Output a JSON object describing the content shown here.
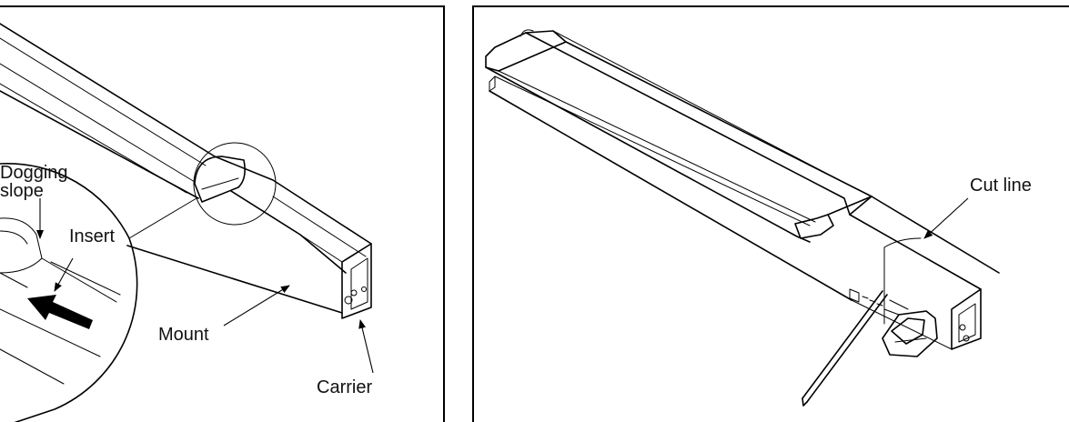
{
  "left_panel": {
    "labels": {
      "dogging_line1": "Dogging",
      "dogging_line2": "slope",
      "insert": "Insert",
      "mount": "Mount",
      "carrier": "Carrier"
    }
  },
  "right_panel": {
    "labels": {
      "cut_line": "Cut line"
    }
  }
}
